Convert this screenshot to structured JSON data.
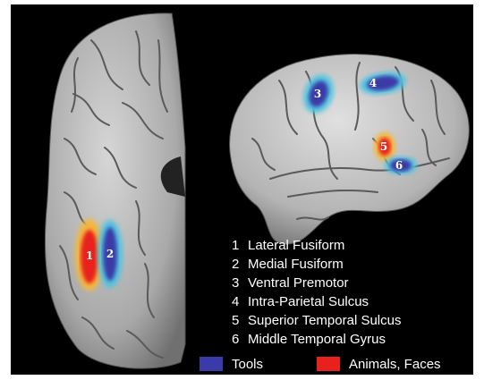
{
  "figure": {
    "regions": [
      {
        "number": "1",
        "name": "Lateral Fusiform",
        "category": "animals_faces"
      },
      {
        "number": "2",
        "name": "Medial Fusiform",
        "category": "tools"
      },
      {
        "number": "3",
        "name": "Ventral Premotor",
        "category": "tools"
      },
      {
        "number": "4",
        "name": "Intra-Parietal Sulcus",
        "category": "tools"
      },
      {
        "number": "5",
        "name": "Superior Temporal Sulcus",
        "category": "animals_faces"
      },
      {
        "number": "6",
        "name": "Middle Temporal Gyrus",
        "category": "tools"
      }
    ],
    "key": {
      "tools": {
        "label": "Tools",
        "color": "#3a3aa8"
      },
      "animals_faces": {
        "label": "Animals, Faces",
        "color": "#e8201e"
      }
    },
    "colors": {
      "background": "#000000",
      "brain": "#cfcfcf",
      "glow_tools": "#4fc3e0",
      "glow_animals": "#f5b73a"
    }
  }
}
